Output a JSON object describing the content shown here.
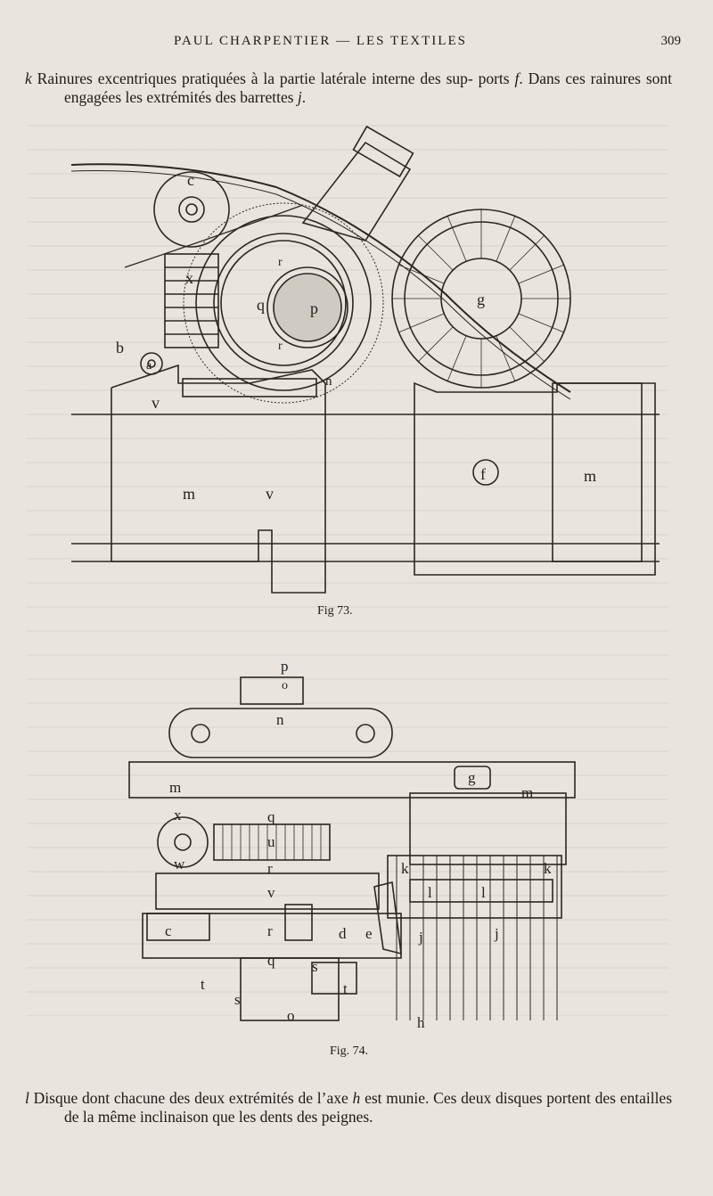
{
  "header": {
    "running_title": "PAUL CHARPENTIER — LES TEXTILES",
    "page_number": "309"
  },
  "top_paragraph": {
    "key": "k",
    "text_1": " Rainures excentriques pratiquées à la partie latérale interne des sup-",
    "text_2a": "ports ",
    "italic_f": "f",
    "text_2b": ". Dans ces rainures sont engagées les extrémités des barrettes ",
    "italic_j": "j",
    "text_2c": "."
  },
  "figure_73": {
    "caption": "Fig 73.",
    "labels": {
      "c": "c",
      "x": "x",
      "a": "a",
      "b": "b",
      "v": "v",
      "m": "m",
      "p": "p",
      "q": "q",
      "r": "r",
      "n": "n",
      "g": "g",
      "f": "f"
    }
  },
  "figure_74": {
    "caption": "Fig. 74.",
    "labels": {
      "p": "p",
      "o": "o",
      "n": "n",
      "m": "m",
      "g": "g",
      "x": "x",
      "w": "w",
      "u": "u",
      "r": "r",
      "v": "v",
      "c": "c",
      "d": "d",
      "e": "e",
      "q": "q",
      "s": "s",
      "t": "t",
      "k": "k",
      "l": "l",
      "j": "j",
      "h": "h"
    }
  },
  "bottom_paragraph": {
    "key": "l",
    "text_1": " Disque dont chacune des deux extrémités de l’axe ",
    "italic_h": "h",
    "text_2": " est munie. Ces deux",
    "text_3": "disques portent des entailles de la même inclinaison que les dents des",
    "text_4": "peignes."
  }
}
